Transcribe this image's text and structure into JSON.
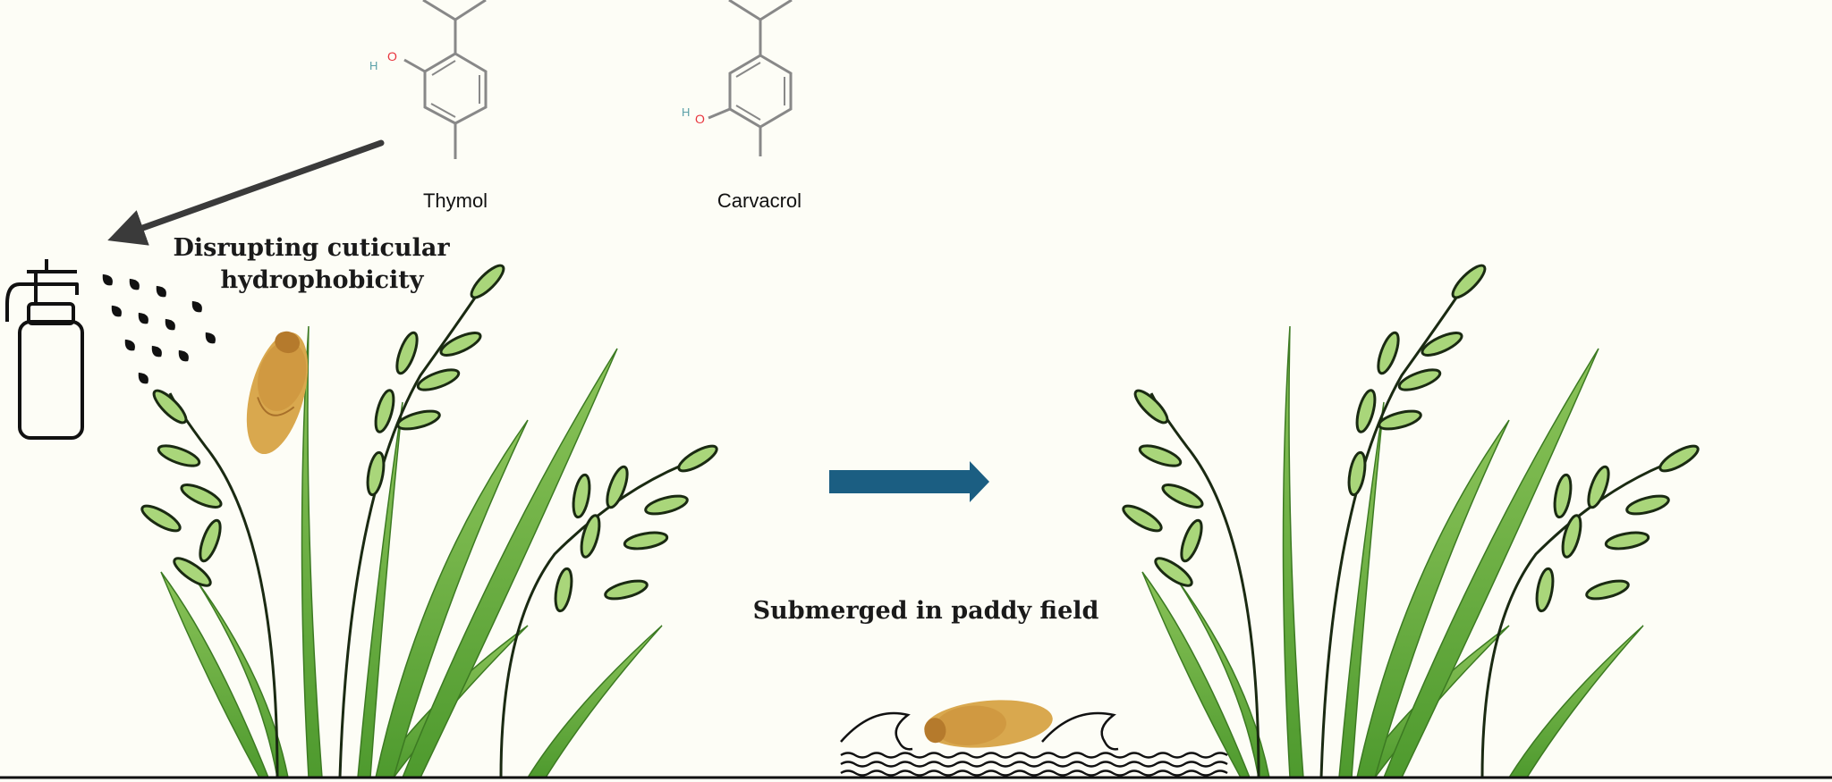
{
  "molecules": [
    {
      "name": "Thymol",
      "atoms": {
        "oxygen": "O",
        "hydrogen": "H"
      }
    },
    {
      "name": "Carvacrol",
      "atoms": {
        "oxygen": "O",
        "hydrogen": "H"
      }
    }
  ],
  "labels": {
    "spray_line1": "Disrupting cuticular",
    "spray_line2": "hydrophobicity",
    "submerged": "Submerged in paddy field"
  },
  "colors": {
    "background": "#fdfdf6",
    "process_arrow": "#1b5e82",
    "leaf": "#6fae3c",
    "grain": "#a9d67a",
    "insect": "#d9a84e"
  }
}
